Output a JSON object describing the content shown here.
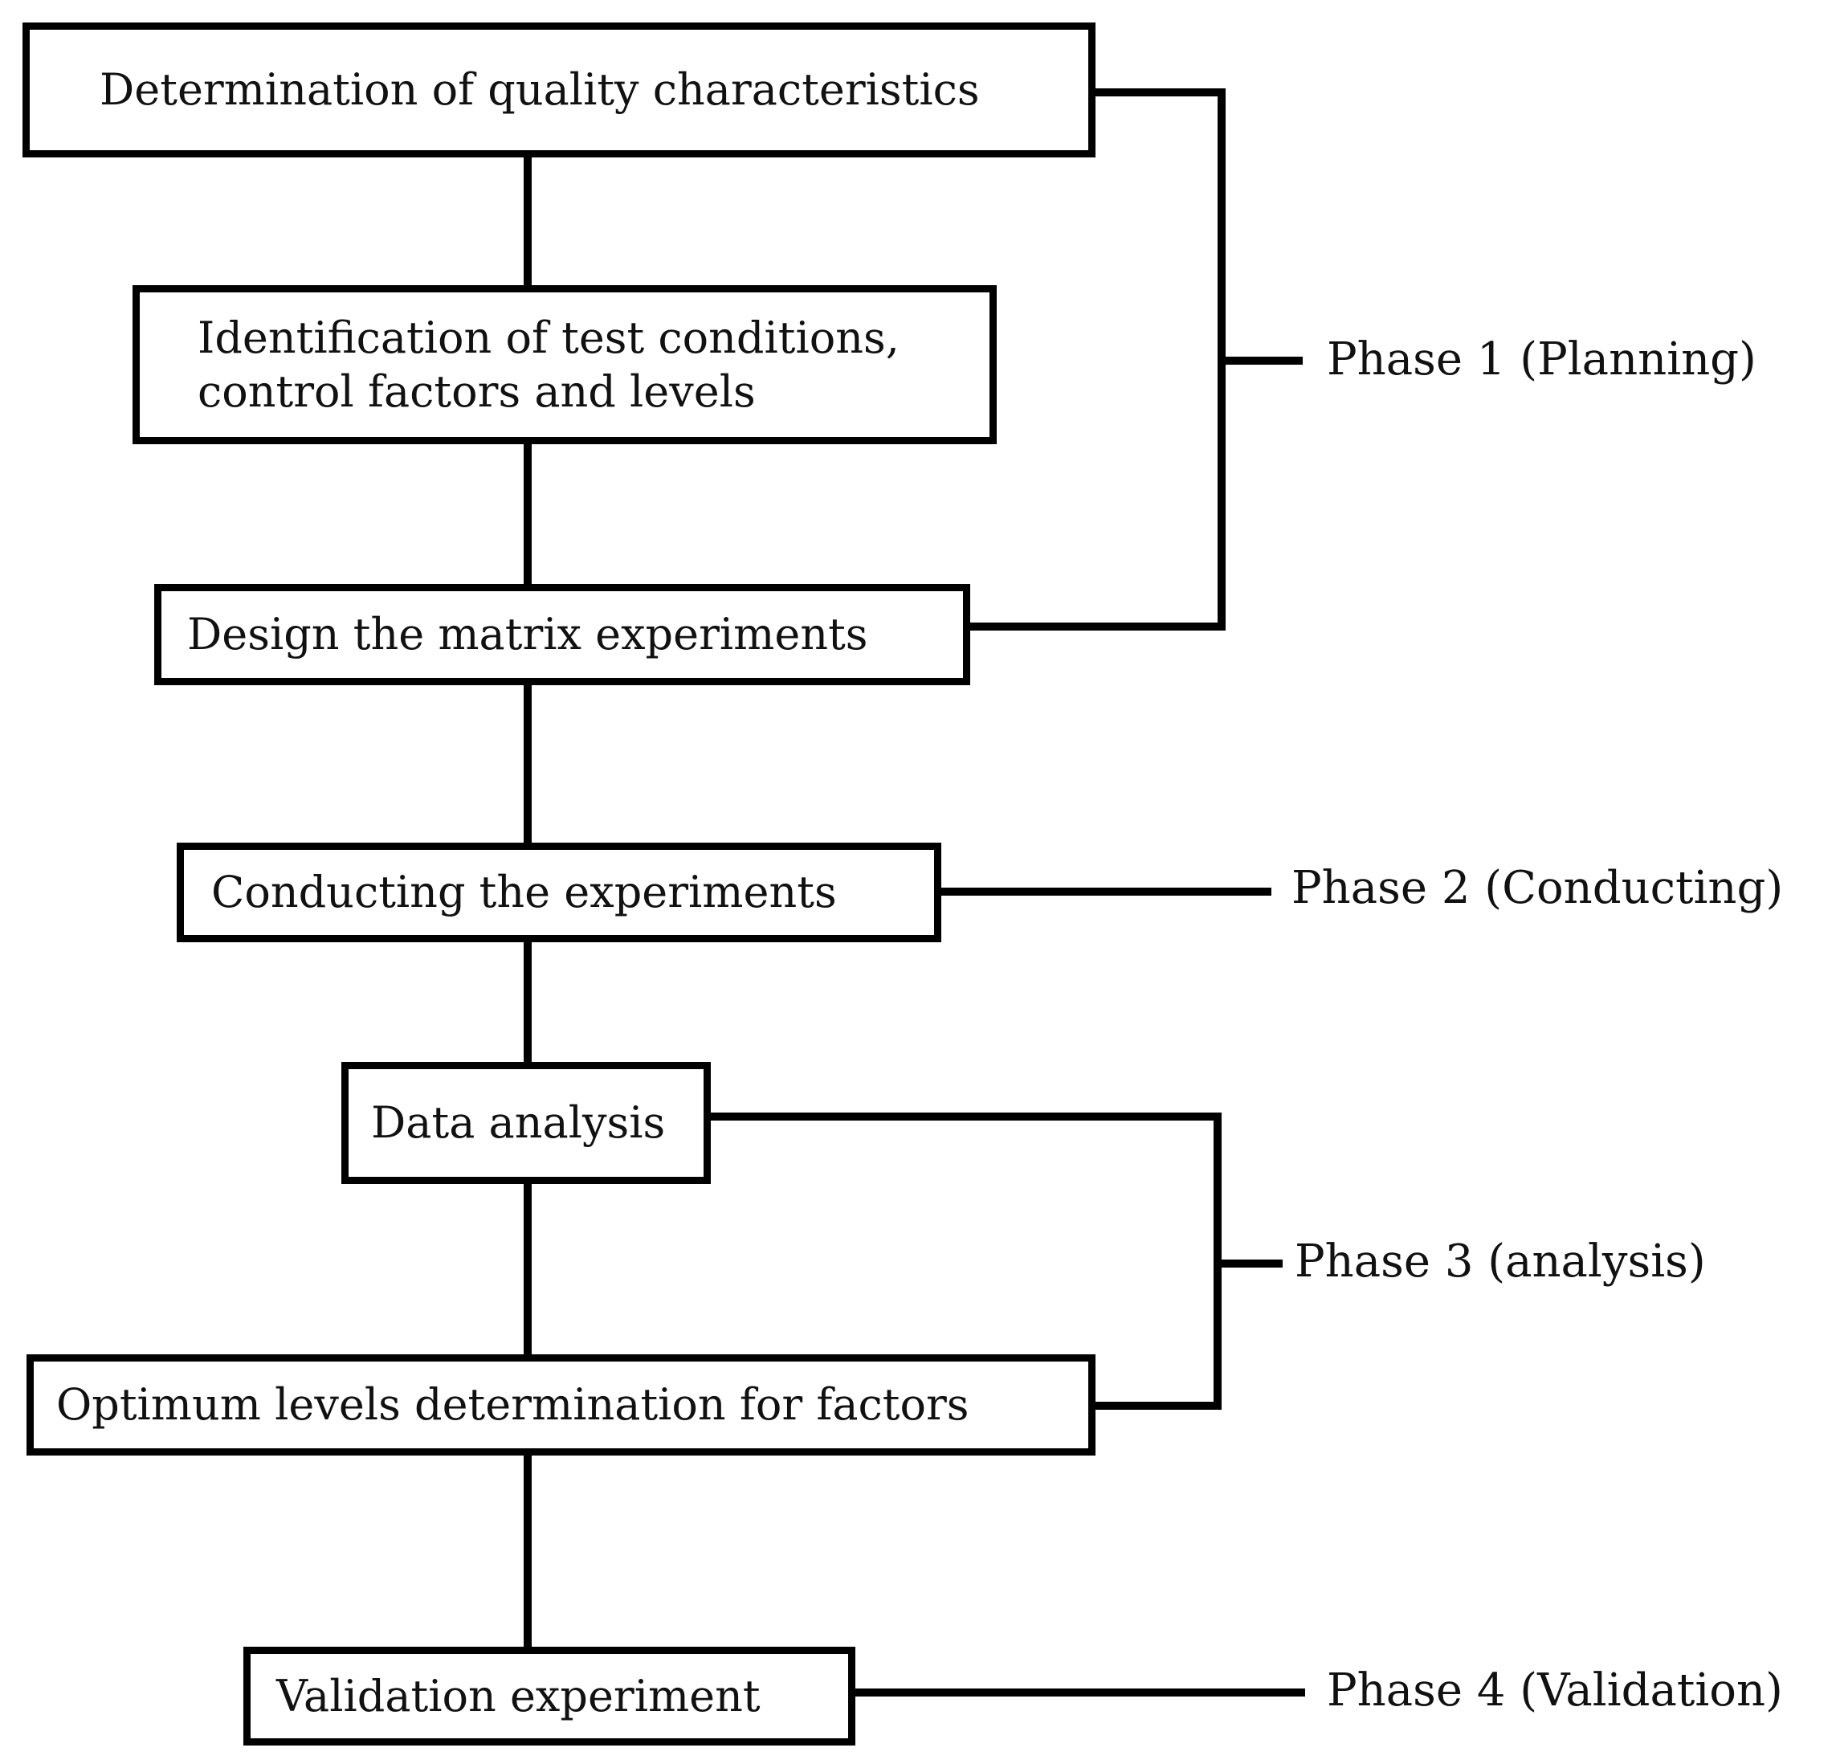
{
  "steps": {
    "quality": {
      "label": "Determination of quality characteristics"
    },
    "identification": {
      "line1": "Identification of test conditions,",
      "line2": "control factors and levels"
    },
    "design": {
      "label": "Design the matrix experiments"
    },
    "conducting": {
      "label": "Conducting the experiments"
    },
    "analysis": {
      "label": "Data analysis"
    },
    "optimum": {
      "label": "Optimum levels determination for factors"
    },
    "validation": {
      "label": "Validation experiment"
    }
  },
  "phases": {
    "phase1": "Phase 1 (Planning)",
    "phase2": "Phase 2 (Conducting)",
    "phase3": "Phase 3 (analysis)",
    "phase4": "Phase 4 (Validation)"
  },
  "colors": {
    "stroke": "#000000",
    "text": "#111111",
    "background": "#ffffff"
  }
}
